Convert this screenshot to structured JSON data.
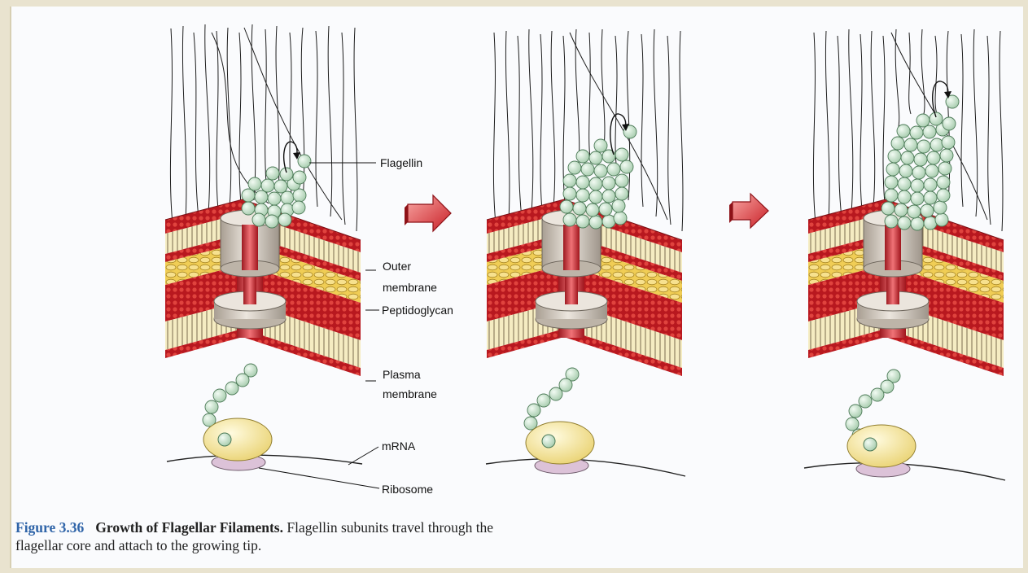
{
  "labels": {
    "flagellin": "Flagellin",
    "outer_membrane_1": "Outer",
    "outer_membrane_2": "membrane",
    "peptidoglycan": "Peptidoglycan",
    "plasma_membrane_1": "Plasma",
    "plasma_membrane_2": "membrane",
    "mrna": "mRNA",
    "ribosome": "Ribosome"
  },
  "caption": {
    "number": "Figure 3.36",
    "title": "Growth of Flagellar Filaments.",
    "text": "Flagellin subunits travel through the flagellar core and attach to the growing tip."
  },
  "colors": {
    "subunit": "#cfe6d2",
    "red_layer": "#c8242c",
    "yellow_layer": "#f3d56a",
    "cylinder": "#d8d0c6",
    "arrow": "#d8393c",
    "ribosome_large": "#f6e7a1",
    "ribosome_small": "#dcc2d8"
  }
}
